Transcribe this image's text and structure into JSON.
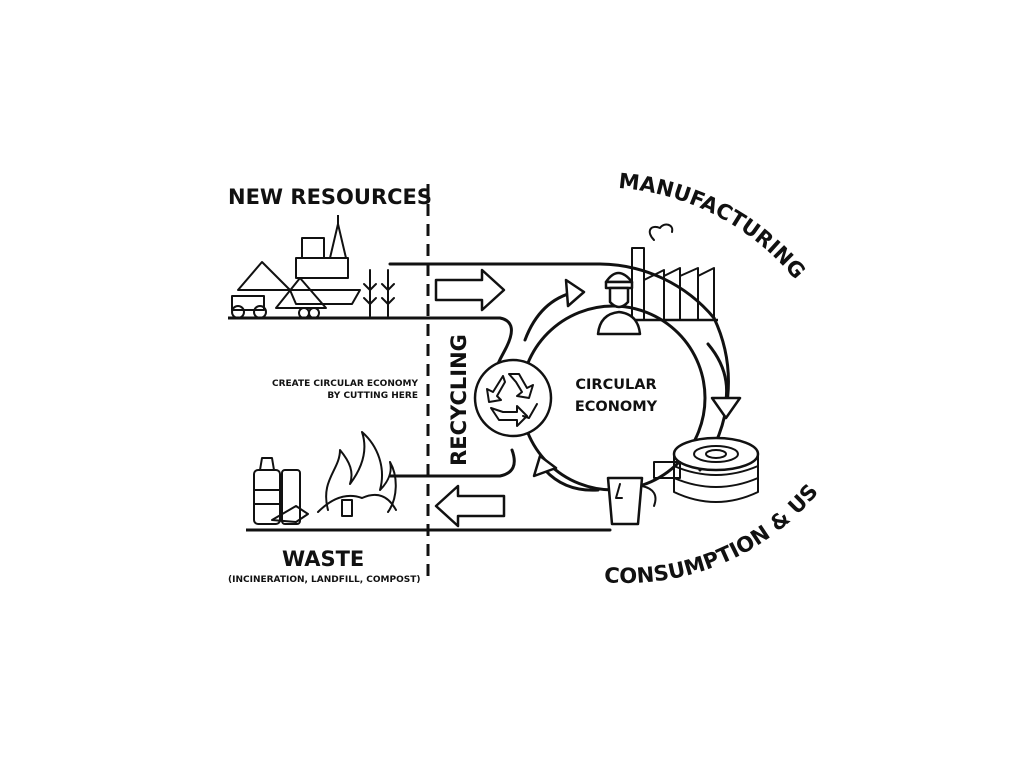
{
  "labels": {
    "new_resources": "NEW RESOURCES",
    "manufacturing": "MANUFACTURING",
    "consumption": "CONSUMPTION & USE",
    "waste": "WASTE",
    "waste_sub": "(INCINERATION, LANDFILL, COMPOST)",
    "recycling": "RECYCLING",
    "center_line1": "CIRCULAR",
    "center_line2": "ECONOMY",
    "cut_line1": "CREATE CIRCULAR ECONOMY",
    "cut_line2": "BY CUTTING HERE"
  },
  "icons": [
    "resources-illustration",
    "factory-icon",
    "worker-icon",
    "filament-spool-icon",
    "cup-icon",
    "recycle-icon",
    "waste-fire-illustration"
  ],
  "colors": {
    "ink": "#111111",
    "background": "#ffffff"
  }
}
